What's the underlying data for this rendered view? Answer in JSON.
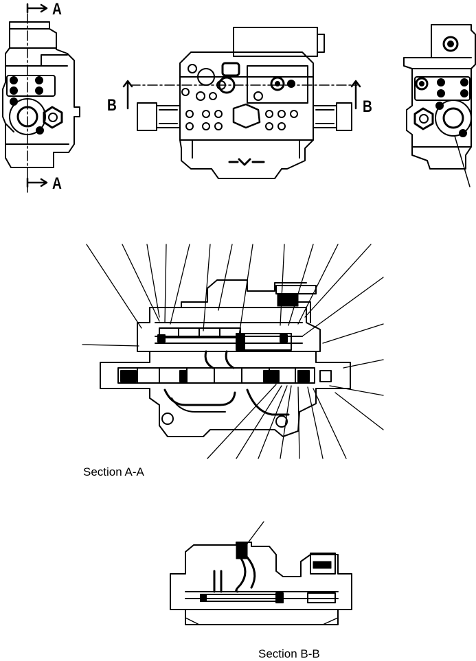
{
  "labels": {
    "cut_a_top": "A",
    "cut_a_bottom": "A",
    "cut_b_left": "B",
    "cut_b_right": "B",
    "section_a": "Section A-A",
    "section_b": "Section B-B"
  },
  "colors": {
    "ink": "#000000",
    "paper": "#ffffff"
  }
}
